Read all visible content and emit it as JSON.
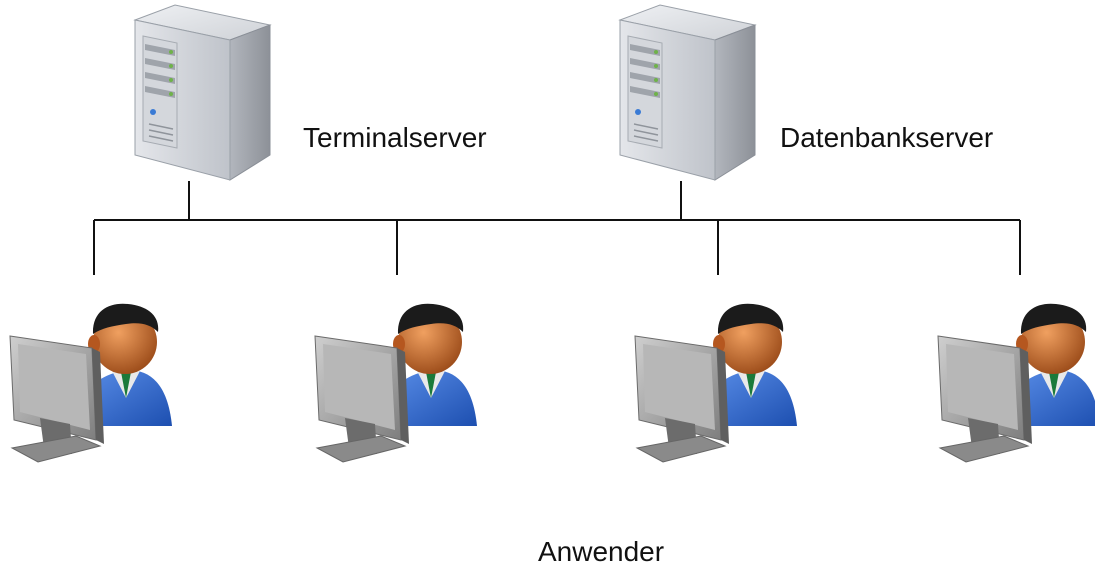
{
  "servers": [
    {
      "label": "Terminalserver",
      "icon": "server-tower-icon"
    },
    {
      "label": "Datenbankserver",
      "icon": "server-tower-icon"
    }
  ],
  "users": {
    "label": "Anwender",
    "count": 4,
    "icon": "user-at-computer-icon"
  },
  "colors": {
    "line": "#111111",
    "server_body": "#c9ccd2",
    "server_side": "#a9adb5",
    "user_shirt": "#2a63c8",
    "user_skin": "#c0652a",
    "user_hair": "#1b1b1b",
    "monitor": "#9a9a9a"
  }
}
